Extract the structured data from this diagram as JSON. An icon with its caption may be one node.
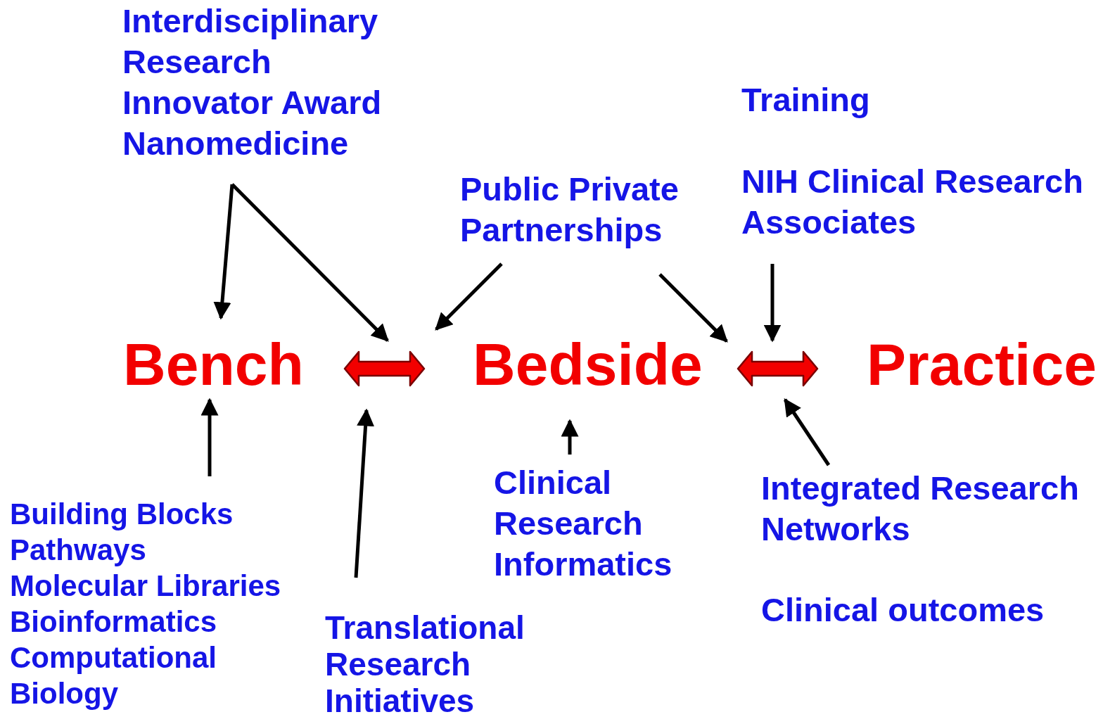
{
  "diagram": {
    "nodes": [
      {
        "text": [
          "Interdisciplinary Research",
          "Innovator Award",
          "Nanomedicine"
        ]
      },
      {
        "text": [
          "Public Private Partnerships"
        ]
      },
      {
        "text": [
          "Training",
          "NIH Clinical Research Associates"
        ]
      },
      {
        "text": [
          "Bench"
        ]
      },
      {
        "text": [],
        "shape": "double-arrow"
      },
      {
        "text": [
          "Bedside"
        ]
      },
      {
        "text": [],
        "shape": "double-arrow"
      },
      {
        "text": [
          "Practice"
        ]
      },
      {
        "text": [
          "Building Blocks",
          "Pathways",
          "Molecular Libraries",
          "Bioinformatics",
          "Computational Biology"
        ]
      },
      {
        "text": [
          "Translational Research Initiatives"
        ]
      },
      {
        "text": [
          "Clinical Research Informatics"
        ]
      },
      {
        "text": [
          "Integrated Research Networks",
          "Clinical outcomes"
        ]
      }
    ],
    "edges": [
      {
        "from": 0,
        "to": 3,
        "arrow": "to"
      },
      {
        "from": 0,
        "to": 4,
        "arrow": "to"
      },
      {
        "from": 1,
        "to": 4,
        "arrow": "to"
      },
      {
        "from": 1,
        "to": 6,
        "arrow": "to"
      },
      {
        "from": 2,
        "to": 6,
        "arrow": "to"
      },
      {
        "from": 8,
        "to": 3,
        "arrow": "to"
      },
      {
        "from": 9,
        "to": 4,
        "arrow": "to"
      },
      {
        "from": 10,
        "to": 5,
        "arrow": "to"
      },
      {
        "from": 11,
        "to": 6,
        "arrow": "to"
      }
    ]
  }
}
